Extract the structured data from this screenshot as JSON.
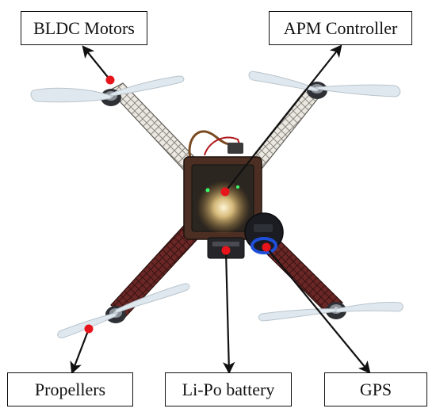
{
  "labels": {
    "bldc_motors": "BLDC Motors",
    "apm_controller": "APM Controller",
    "propellers": "Propellers",
    "lipo_battery": "Li-Po battery",
    "gps": "GPS"
  },
  "colors": {
    "marker": "#e8141b",
    "arrow": "#111111",
    "propeller": "#dfe8ee",
    "frame_white": "#e9e6df",
    "frame_red": "#6e2a28",
    "board": "#2c2620",
    "gps_dark": "#1b1c22",
    "gps_ring": "#1f4fd8"
  }
}
